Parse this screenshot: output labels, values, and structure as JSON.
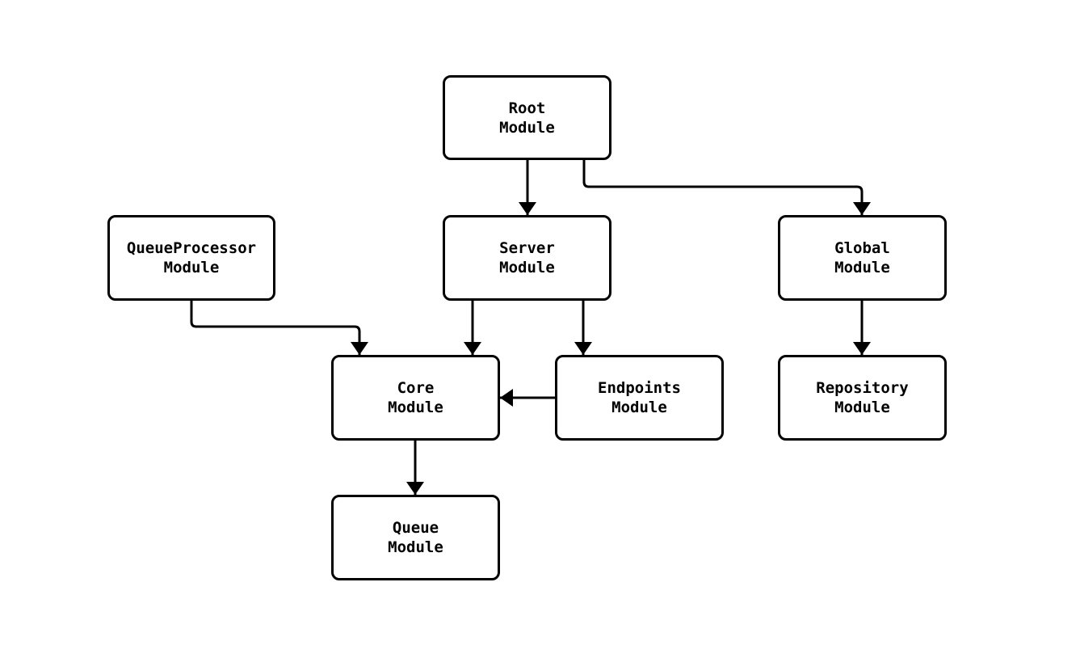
{
  "diagram": {
    "type": "module-dependency-graph",
    "background_color": "#ffffff",
    "node_border_color": "#000000",
    "node_fill_color": "#ffffff",
    "text_color": "#000000",
    "edge_color": "#000000"
  },
  "nodes": [
    {
      "id": "root",
      "label": "Root\nModule"
    },
    {
      "id": "queueprocessor",
      "label": "QueueProcessor\nModule"
    },
    {
      "id": "server",
      "label": "Server\nModule"
    },
    {
      "id": "global",
      "label": "Global\nModule"
    },
    {
      "id": "core",
      "label": "Core\nModule"
    },
    {
      "id": "endpoints",
      "label": "Endpoints\nModule"
    },
    {
      "id": "repository",
      "label": "Repository\nModule"
    },
    {
      "id": "queue",
      "label": "Queue\nModule"
    }
  ],
  "edges": [
    {
      "from": "root",
      "to": "server"
    },
    {
      "from": "root",
      "to": "global"
    },
    {
      "from": "queueprocessor",
      "to": "core"
    },
    {
      "from": "server",
      "to": "core"
    },
    {
      "from": "server",
      "to": "endpoints"
    },
    {
      "from": "endpoints",
      "to": "core"
    },
    {
      "from": "global",
      "to": "repository"
    },
    {
      "from": "core",
      "to": "queue"
    }
  ]
}
